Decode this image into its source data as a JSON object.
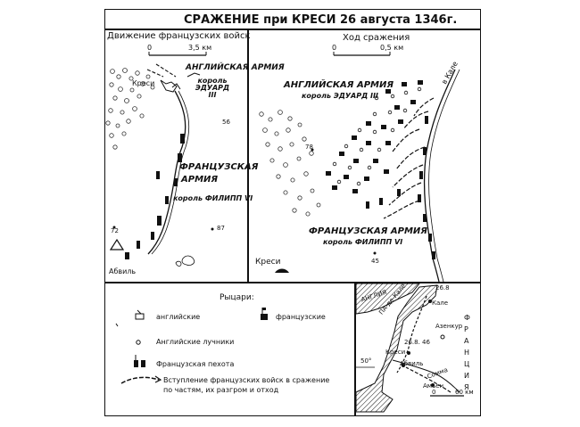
{
  "title": "СРАЖЕНИЕ при КРЕСИ 26 августа 1346г.",
  "left_panel": {
    "title": "Движение французских войск",
    "scale_zero": "0",
    "scale_label": "3,5 км",
    "english_army": "АНГЛИЙСКАЯ АРМИЯ",
    "english_king": "король ЭДУАРД III",
    "french_army_1": "ФРАНЦУЗСКАЯ",
    "french_army_2": "АРМИЯ",
    "french_king": "король ФИЛИПП VI",
    "kresi": "Креси",
    "abbeville": "Абвиль",
    "h56": "56",
    "h72": "72",
    "h87": "87"
  },
  "right_panel": {
    "title": "Ход сражения",
    "scale_zero": "0",
    "scale_label": "0,5 км",
    "english_army": "АНГЛИЙСКАЯ АРМИЯ",
    "english_king": "король ЭДУАРД III",
    "french_army": "ФРАНЦУЗСКАЯ АРМИЯ",
    "french_king": "король ФИЛИПП VI",
    "kresi": "Креси",
    "to_kale": "в Кале",
    "h78": "78",
    "h45": "45"
  },
  "legend": {
    "knights": "Рыцари:",
    "english": "английские",
    "french": "французские",
    "archers": "Английские лучники",
    "infantry": "Французская пехота",
    "arrow_1": "Вступление французских войск в сражение",
    "arrow_2": "по частям, их разгром и отход"
  },
  "inset": {
    "england": "АНГЛИЯ",
    "strait": "ПА-де-Кале",
    "date_1": "26.8",
    "kale": "Кале",
    "azenkur": "Азенкур",
    "date_2": "26.8. 46",
    "kresi": "Креси",
    "abbeville": "Абвиль",
    "somme": "Сомма",
    "amien": "Амьен",
    "france": "ФРАНЦИЯ",
    "lat": "50°",
    "scale_zero": "0",
    "scale_label": "60 км"
  }
}
